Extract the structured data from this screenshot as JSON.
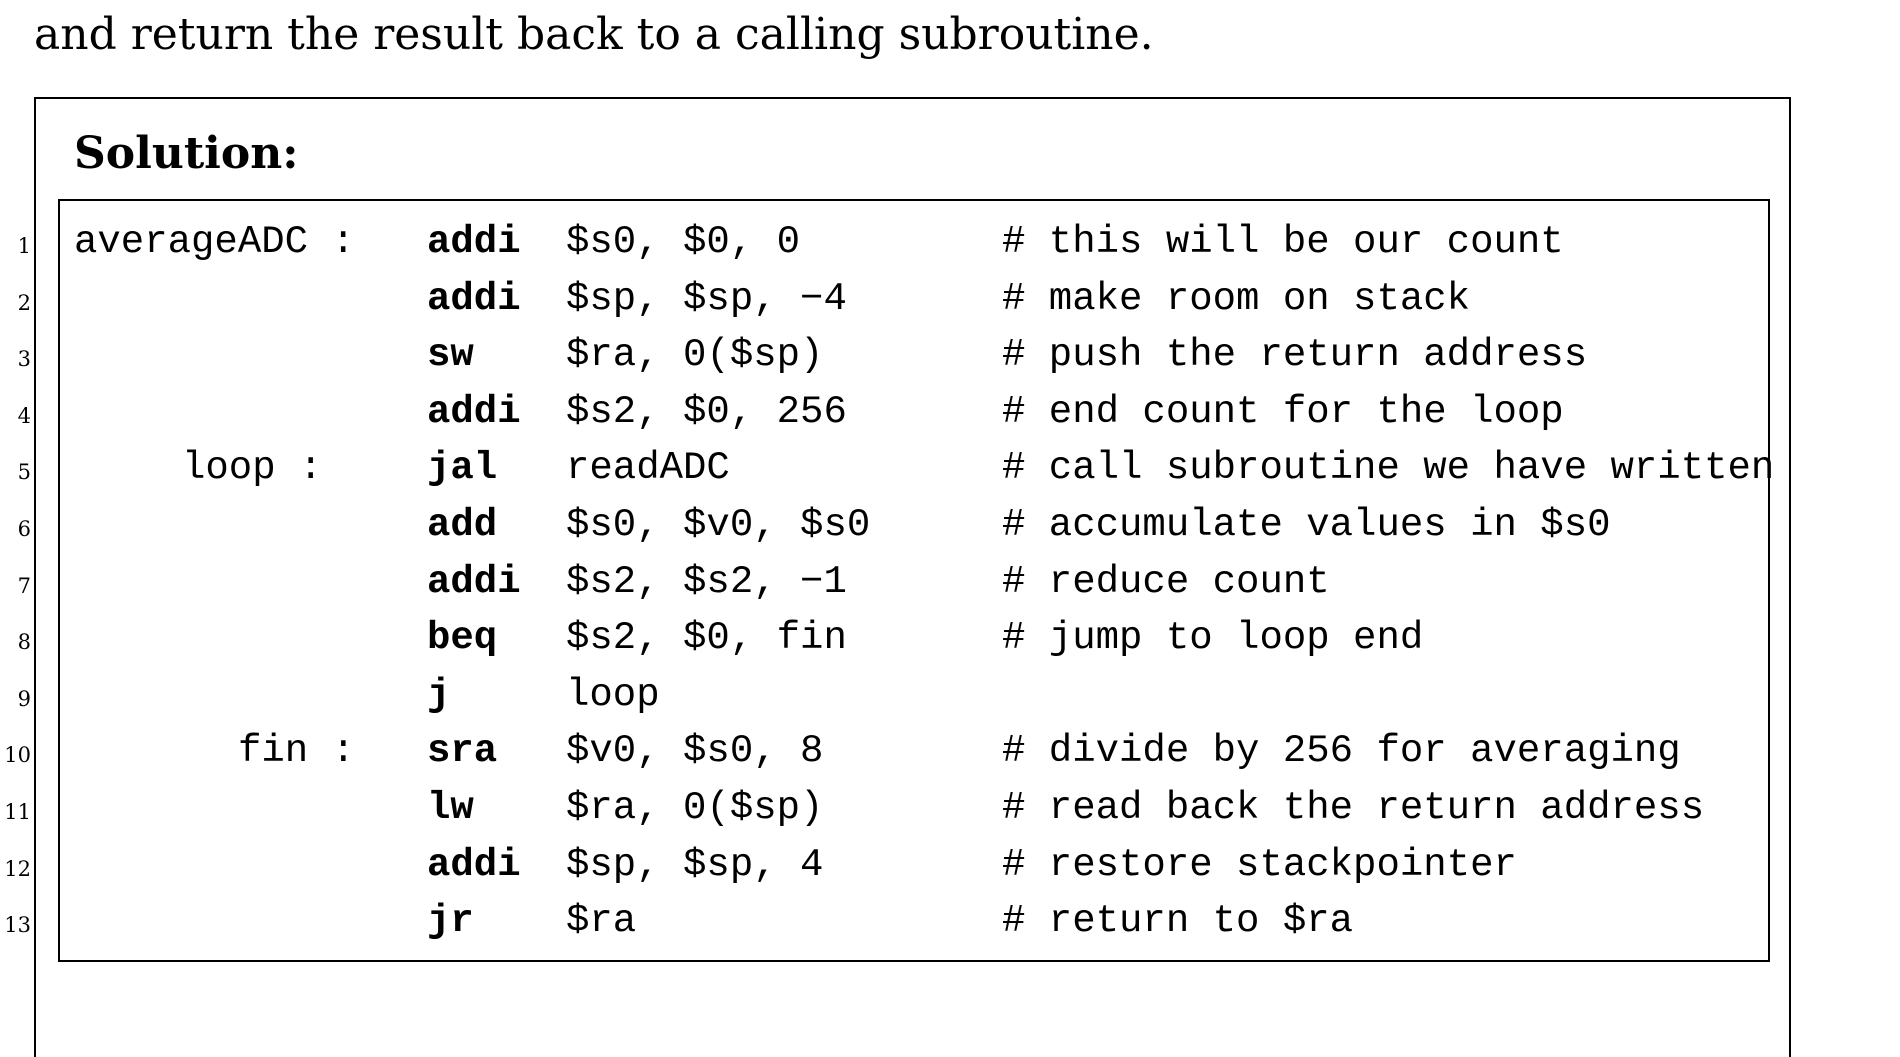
{
  "intro_text": "and return the result back to a calling subroutine.",
  "solution_heading": "Solution:",
  "code_lines": [
    {
      "num": "1",
      "label": "averageADC :",
      "op": "addi",
      "args": "$s0, $0, 0",
      "comment": "# this will be our count"
    },
    {
      "num": "2",
      "label": "",
      "op": "addi",
      "args": "$sp, $sp, −4",
      "comment": "# make room on stack"
    },
    {
      "num": "3",
      "label": "",
      "op": "sw",
      "args": "$ra, 0($sp)",
      "comment": "# push the return address"
    },
    {
      "num": "4",
      "label": "",
      "op": "addi",
      "args": "$s2, $0, 256",
      "comment": "# end count for the loop"
    },
    {
      "num": "5",
      "label": "loop :",
      "op": "jal",
      "args": "readADC",
      "comment": "# call subroutine we have written"
    },
    {
      "num": "6",
      "label": "",
      "op": "add",
      "args": "$s0, $v0, $s0",
      "comment": "# accumulate values in $s0"
    },
    {
      "num": "7",
      "label": "",
      "op": "addi",
      "args": "$s2, $s2, −1",
      "comment": "# reduce count"
    },
    {
      "num": "8",
      "label": "",
      "op": "beq",
      "args": "$s2, $0, fin",
      "comment": "# jump to loop end"
    },
    {
      "num": "9",
      "label": "",
      "op": "j",
      "args": "loop",
      "comment": ""
    },
    {
      "num": "10",
      "label": "fin :",
      "op": "sra",
      "args": "$v0, $s0, 8",
      "comment": "# divide by 256 for averaging"
    },
    {
      "num": "11",
      "label": "",
      "op": "lw",
      "args": "$ra, 0($sp)",
      "comment": "# read back the return address"
    },
    {
      "num": "12",
      "label": "",
      "op": "addi",
      "args": "$sp, $sp, 4",
      "comment": "# restore stackpointer"
    },
    {
      "num": "13",
      "label": "",
      "op": "jr",
      "args": "$ra",
      "comment": "# return to $ra"
    }
  ]
}
